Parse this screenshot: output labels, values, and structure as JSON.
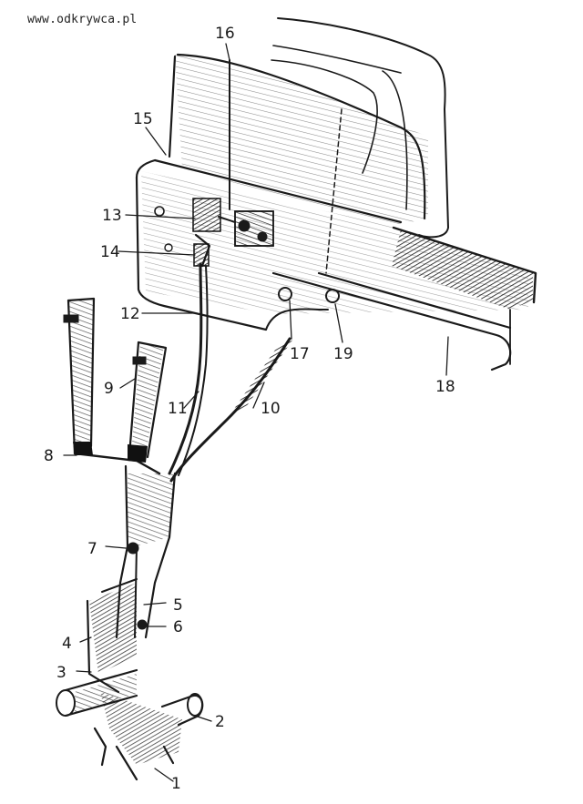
{
  "watermark": "www.odkrywca.pl",
  "labels": {
    "l1": "1",
    "l2": "2",
    "l3": "3",
    "l4": "4",
    "l5": "5",
    "l6": "6",
    "l7": "7",
    "l8": "8",
    "l9": "9",
    "l10": "10",
    "l11": "11",
    "l12": "12",
    "l13": "13",
    "l14": "14",
    "l15": "15",
    "l16": "16",
    "l17": "17",
    "l18": "18",
    "l19": "19"
  }
}
